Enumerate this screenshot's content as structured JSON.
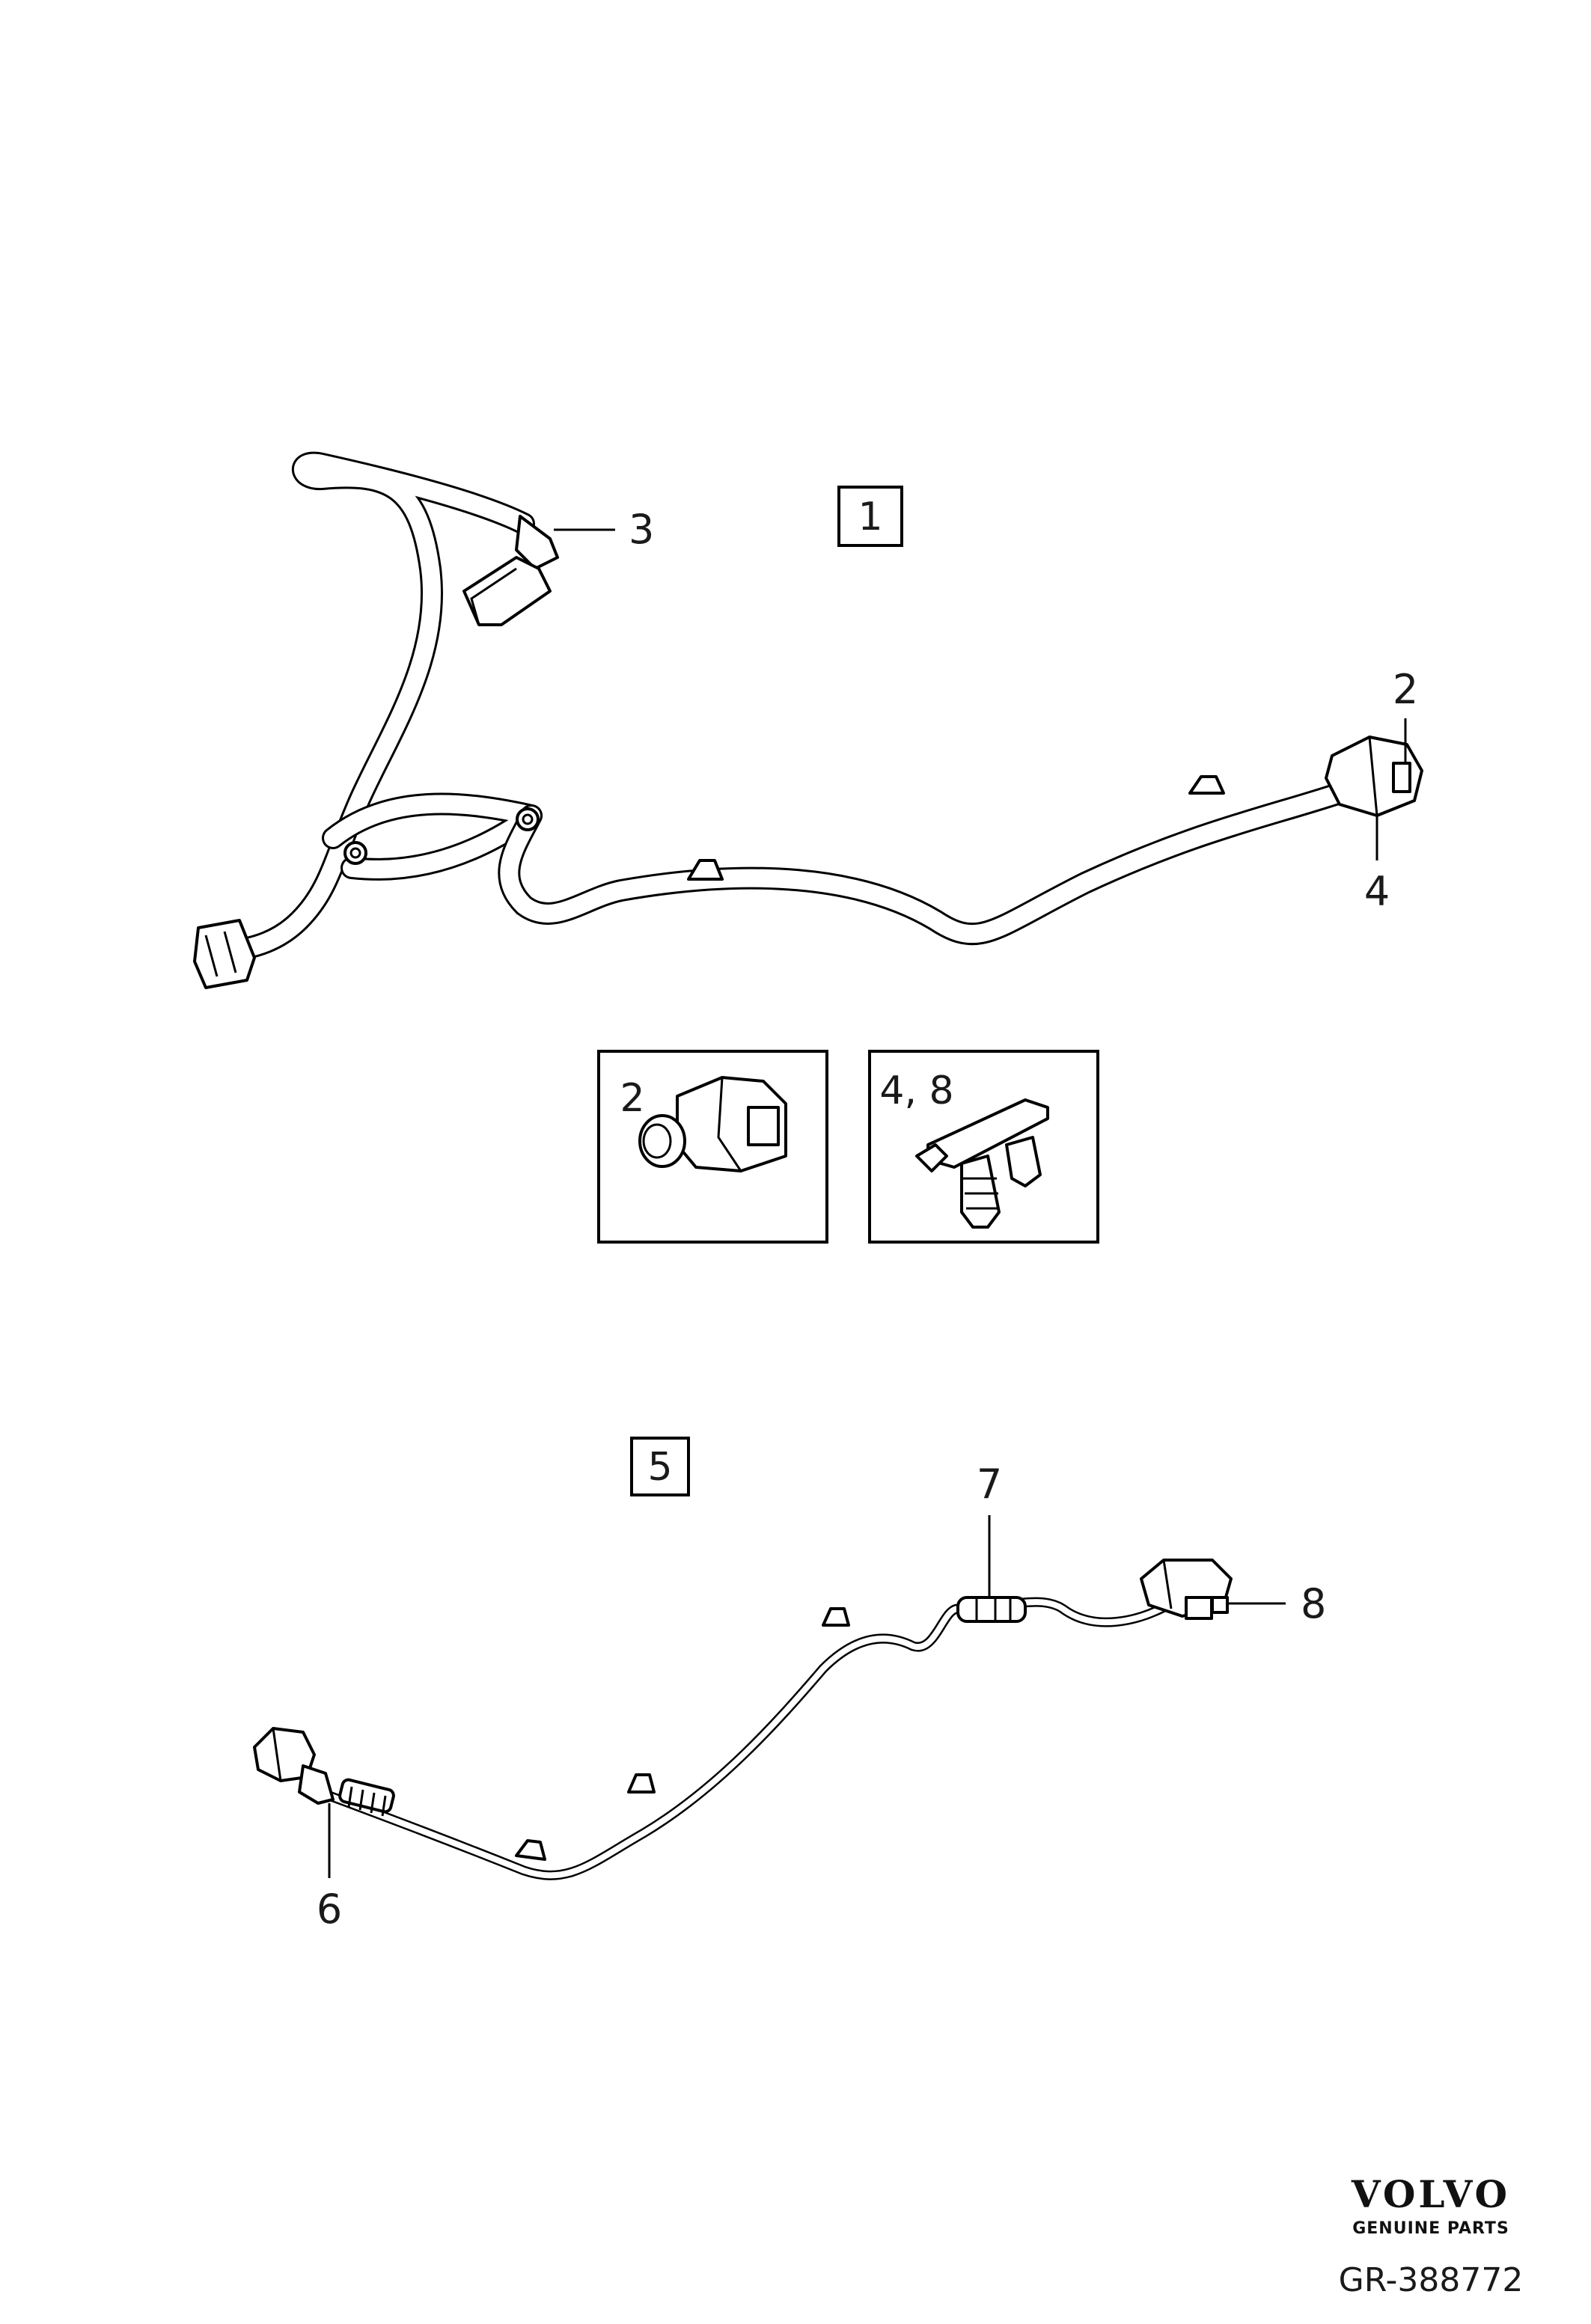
{
  "diagram": {
    "group_labels": {
      "harness_main": "1",
      "harness_sensor": "5"
    },
    "callouts": {
      "c2": "2",
      "c3": "3",
      "c4": "4",
      "c6": "6",
      "c7": "7",
      "c8": "8"
    },
    "detail_boxes": [
      {
        "label": "2"
      },
      {
        "label": "4, 8"
      }
    ]
  },
  "branding": {
    "logo_text": "VOLVO",
    "logo_subtext": "GENUINE PARTS",
    "reference": "GR-388772"
  }
}
